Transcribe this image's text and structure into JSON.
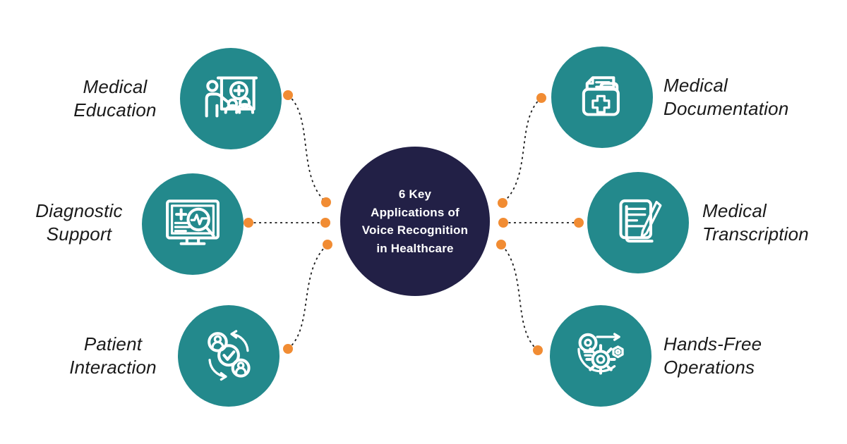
{
  "title": {
    "text": "6 Key\nApplications of\nVoice Recognition\nin Healthcare"
  },
  "items": [
    {
      "id": "medical-education",
      "label": "Medical\nEducation",
      "icon": "presentation-medical-icon",
      "side": "left"
    },
    {
      "id": "diagnostic-support",
      "label": "Diagnostic\nSupport",
      "icon": "monitor-magnifier-icon",
      "side": "left"
    },
    {
      "id": "patient-interaction",
      "label": "Patient\nInteraction",
      "icon": "people-sync-icon",
      "side": "left"
    },
    {
      "id": "medical-documentation",
      "label": "Medical\nDocumentation",
      "icon": "folder-cross-icon",
      "side": "right"
    },
    {
      "id": "medical-transcription",
      "label": "Medical\nTranscription",
      "icon": "document-pen-icon",
      "side": "right"
    },
    {
      "id": "hands-free-operations",
      "label": "Hands-Free\nOperations",
      "icon": "gear-lightbulb-icon",
      "side": "right"
    }
  ],
  "colors": {
    "node_teal": "#23898C",
    "center_navy": "#222046",
    "connector_orange": "#F18C33",
    "connector_line": "#1c1c1c",
    "label_text": "#1a1a1a",
    "background": "#ffffff",
    "icon_stroke": "#ffffff"
  }
}
